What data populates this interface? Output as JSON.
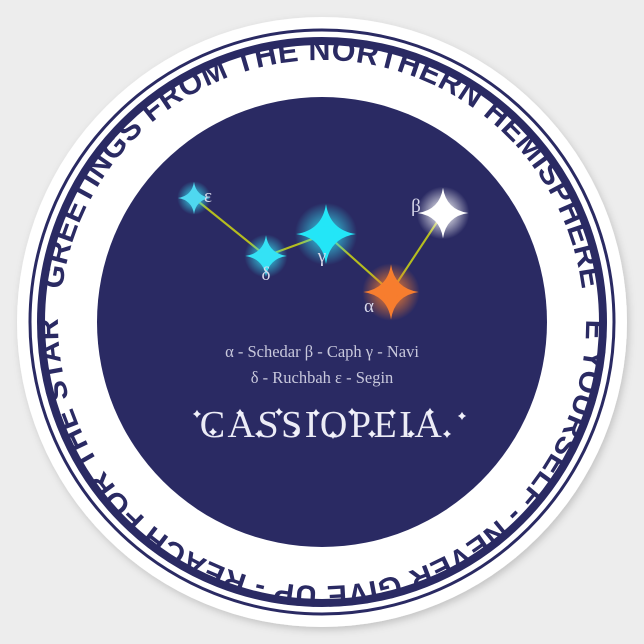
{
  "sticker": {
    "shape": "round-sticker",
    "background_color": "#ededed",
    "paper_color": "#ffffff",
    "navy_color": "#2a2a63",
    "ring_navy_color": "#2a2a63",
    "inner_circle_color": "#2a2a63",
    "top_arc_text": "GREETINGS FROM THE NORTHERN HEMISPHERE",
    "bottom_arc_text": "BE YOURSELF - NEVER GIVE UP - REACH FOR THE STARS",
    "title": "CASSIOPEIA",
    "legend_line_1": "α - Schedar   β - Caph   γ - Navi",
    "legend_line_2": "δ - Ruchbah   ε - Segin",
    "legend_text_color": "#c8c8dc",
    "title_text_color": "#ececf6",
    "line_color": "#b5bd1f"
  },
  "chart_data": {
    "type": "scatter",
    "title": "CASSIOPEIA",
    "xlabel": "",
    "ylabel": "",
    "xlim": [
      150,
      480
    ],
    "ylim": [
      180,
      320
    ],
    "grid": false,
    "legend": "below-plot",
    "annotations": [
      "α - Schedar",
      "β - Caph",
      "γ - Navi",
      "δ - Ruchbah",
      "ε - Segin"
    ],
    "stars": [
      {
        "id": "epsilon",
        "label": "ε",
        "name": "Segin",
        "x": 194,
        "y": 198,
        "size": 7,
        "color": "#4fd8f0",
        "label_dx": 14,
        "label_dy": 4
      },
      {
        "id": "delta",
        "label": "δ",
        "name": "Ruchbah",
        "x": 266,
        "y": 256,
        "size": 9,
        "color": "#34e2f5",
        "label_dx": 0,
        "label_dy": 24
      },
      {
        "id": "gamma",
        "label": "γ",
        "name": "Navi",
        "x": 326,
        "y": 234,
        "size": 13,
        "color": "#23e6f7",
        "label_dx": -4,
        "label_dy": 28
      },
      {
        "id": "alpha",
        "label": "α",
        "name": "Schedar",
        "x": 391,
        "y": 292,
        "size": 12,
        "color": "#f77d2e",
        "label_dx": -22,
        "label_dy": 20
      },
      {
        "id": "beta",
        "label": "β",
        "name": "Caph",
        "x": 443,
        "y": 213,
        "size": 11,
        "color": "#ffffff",
        "label_dx": -27,
        "label_dy": -1
      }
    ],
    "links": [
      {
        "from": "epsilon",
        "to": "delta"
      },
      {
        "from": "delta",
        "to": "gamma"
      },
      {
        "from": "gamma",
        "to": "alpha"
      },
      {
        "from": "alpha",
        "to": "beta"
      }
    ]
  }
}
